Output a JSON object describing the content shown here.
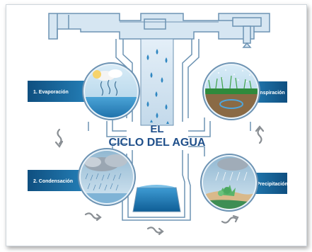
{
  "title": {
    "line1": "EL",
    "line2": "CICLO DEL AGUA"
  },
  "stages": [
    {
      "label": "1. Evaporación"
    },
    {
      "label": "2. Condensación"
    },
    {
      "label": "3. Precipitación"
    },
    {
      "label": "4. Transpiración"
    }
  ],
  "colors": {
    "pipe": "#d6e6f2",
    "pipe_stroke": "#6d93b3",
    "label_band": "#1b6fa8",
    "title": "#1f4f8a",
    "water": "#2e86c1",
    "arrow": "#8a8f94"
  },
  "icons": [
    "evaporation-scene",
    "condensation-scene",
    "precipitation-scene",
    "transpiration-scene",
    "squiggle-arrow",
    "raindrop"
  ]
}
